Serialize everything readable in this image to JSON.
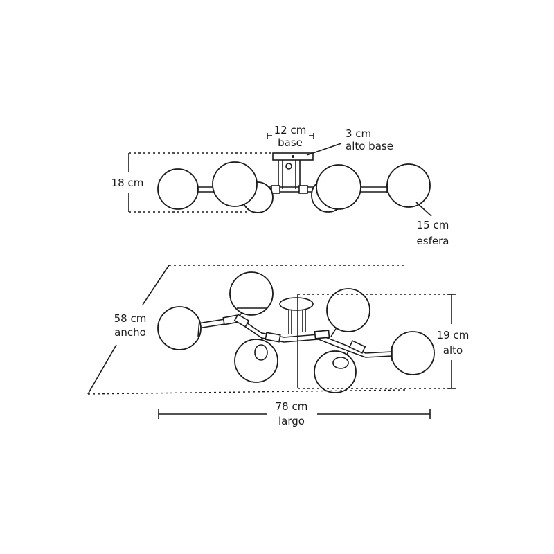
{
  "dimensions": {
    "base_width": {
      "value": "12 cm",
      "label": "base"
    },
    "base_height": {
      "value": "3 cm",
      "label": "alto base"
    },
    "side_height": {
      "value": "18 cm"
    },
    "sphere": {
      "value": "15 cm",
      "label": "esfera"
    },
    "width": {
      "value": "58 cm",
      "label": "ancho"
    },
    "height": {
      "value": "19 cm",
      "label": "alto"
    },
    "length": {
      "value": "78 cm",
      "label": "largo"
    }
  },
  "colors": {
    "line": "#1a1a1a",
    "background": "#ffffff"
  }
}
